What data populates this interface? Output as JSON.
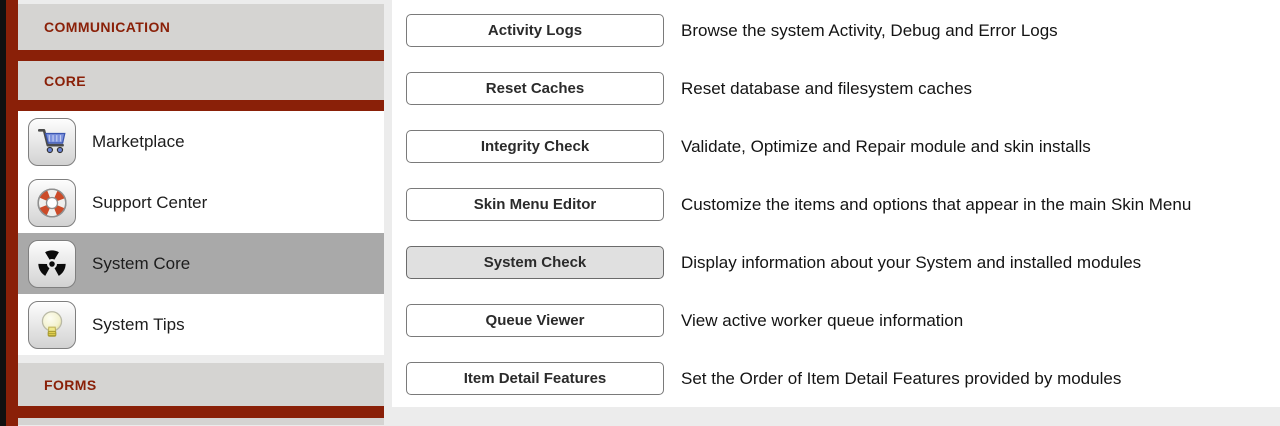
{
  "sidebar": {
    "sections": {
      "communication": "COMMUNICATION",
      "core": "CORE",
      "forms": "FORMS"
    },
    "items": [
      {
        "label": "Marketplace",
        "icon": "shopping-cart",
        "selected": false
      },
      {
        "label": "Support Center",
        "icon": "lifebuoy",
        "selected": false
      },
      {
        "label": "System Core",
        "icon": "radiation",
        "selected": true
      },
      {
        "label": "System Tips",
        "icon": "lightbulb",
        "selected": false
      }
    ]
  },
  "main": {
    "rows": [
      {
        "button": "Activity Logs",
        "description": "Browse the system Activity, Debug and Error Logs",
        "active": false
      },
      {
        "button": "Reset Caches",
        "description": "Reset database and filesystem caches",
        "active": false
      },
      {
        "button": "Integrity Check",
        "description": "Validate, Optimize and Repair module and skin installs",
        "active": false
      },
      {
        "button": "Skin Menu Editor",
        "description": "Customize the items and options that appear in the main Skin Menu",
        "active": false
      },
      {
        "button": "System Check",
        "description": "Display information about your System and installed modules",
        "active": true
      },
      {
        "button": "Queue Viewer",
        "description": "View active worker queue information",
        "active": false
      },
      {
        "button": "Item Detail Features",
        "description": "Set the Order of Item Detail Features provided by modules",
        "active": false
      }
    ]
  },
  "colors": {
    "maroon": "#8a2008",
    "section_header_bg": "#d5d4d2",
    "selected_row_bg": "#a9a9a9",
    "page_bg": "#ececec",
    "panel_bg": "#ffffff",
    "active_button_bg": "#e0e0e0"
  }
}
